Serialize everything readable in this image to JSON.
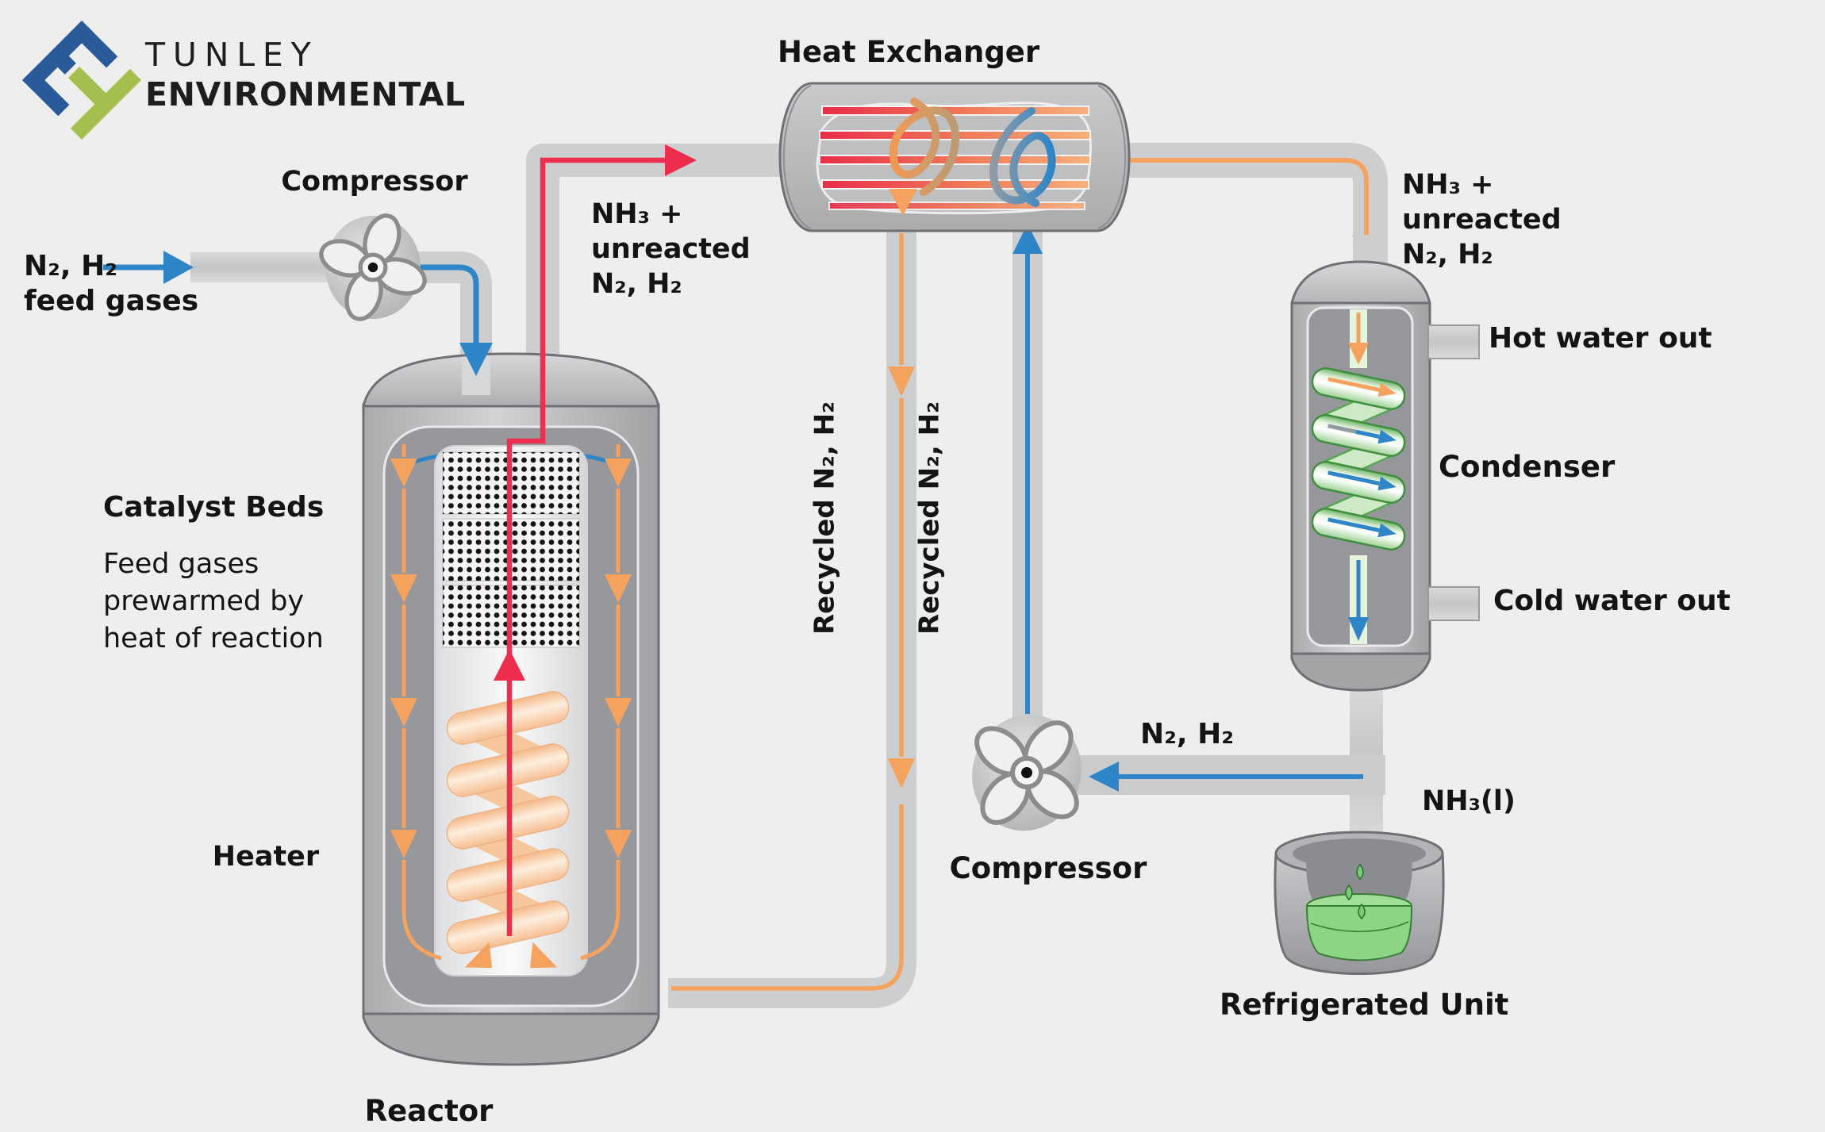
{
  "logo": {
    "line1": "TUNLEY",
    "line2": "ENVIRONMENTAL",
    "mark": "diamond-et-logo"
  },
  "feed": {
    "compressor_label": "Compressor",
    "gas_line1": "N₂, H₂",
    "gas_line2": "feed gases"
  },
  "reactor": {
    "title": "Reactor",
    "catalyst_beds_label": "Catalyst Beds",
    "note_line1": "Feed gases",
    "note_line2": "prewarmed by",
    "note_line3": "heat of reaction",
    "heater_label": "Heater",
    "outlet_line1": "NH₃ +",
    "outlet_line2": "unreacted",
    "outlet_line3": "N₂, H₂"
  },
  "heat_exchanger": {
    "title": "Heat Exchanger"
  },
  "recycle": {
    "left_pipe_label": "Recycled N₂, H₂",
    "right_pipe_label": "Recycled N₂, H₂",
    "compressor_label": "Compressor",
    "gas_label": "N₂, H₂"
  },
  "condenser": {
    "title": "Condenser",
    "inlet_line1": "NH₃ +",
    "inlet_line2": "unreacted",
    "inlet_line3": "N₂, H₂",
    "hot_water_label": "Hot water out",
    "cold_water_label": "Cold water out"
  },
  "refrigerated_unit": {
    "title": "Refrigerated Unit",
    "liquid_label": "NH₃(l)"
  },
  "icons": {
    "feed_compressor": "fan-icon",
    "recycle_compressor": "fan-icon"
  },
  "colors": {
    "background": "#eeeeee",
    "pipe": "#c9cbcd",
    "flow_blue": "#2e86c8",
    "flow_orange": "#f5a25e",
    "flow_red": "#ee2e4e",
    "stripe_crimson": "#e82d49",
    "coil_green": "#57a855",
    "liquid_green": "#8cd584",
    "vessel_grey": "#b4b6b8",
    "logo_blue": "#2b5a9b",
    "logo_green": "#a4bf4e",
    "text": "#141414"
  }
}
